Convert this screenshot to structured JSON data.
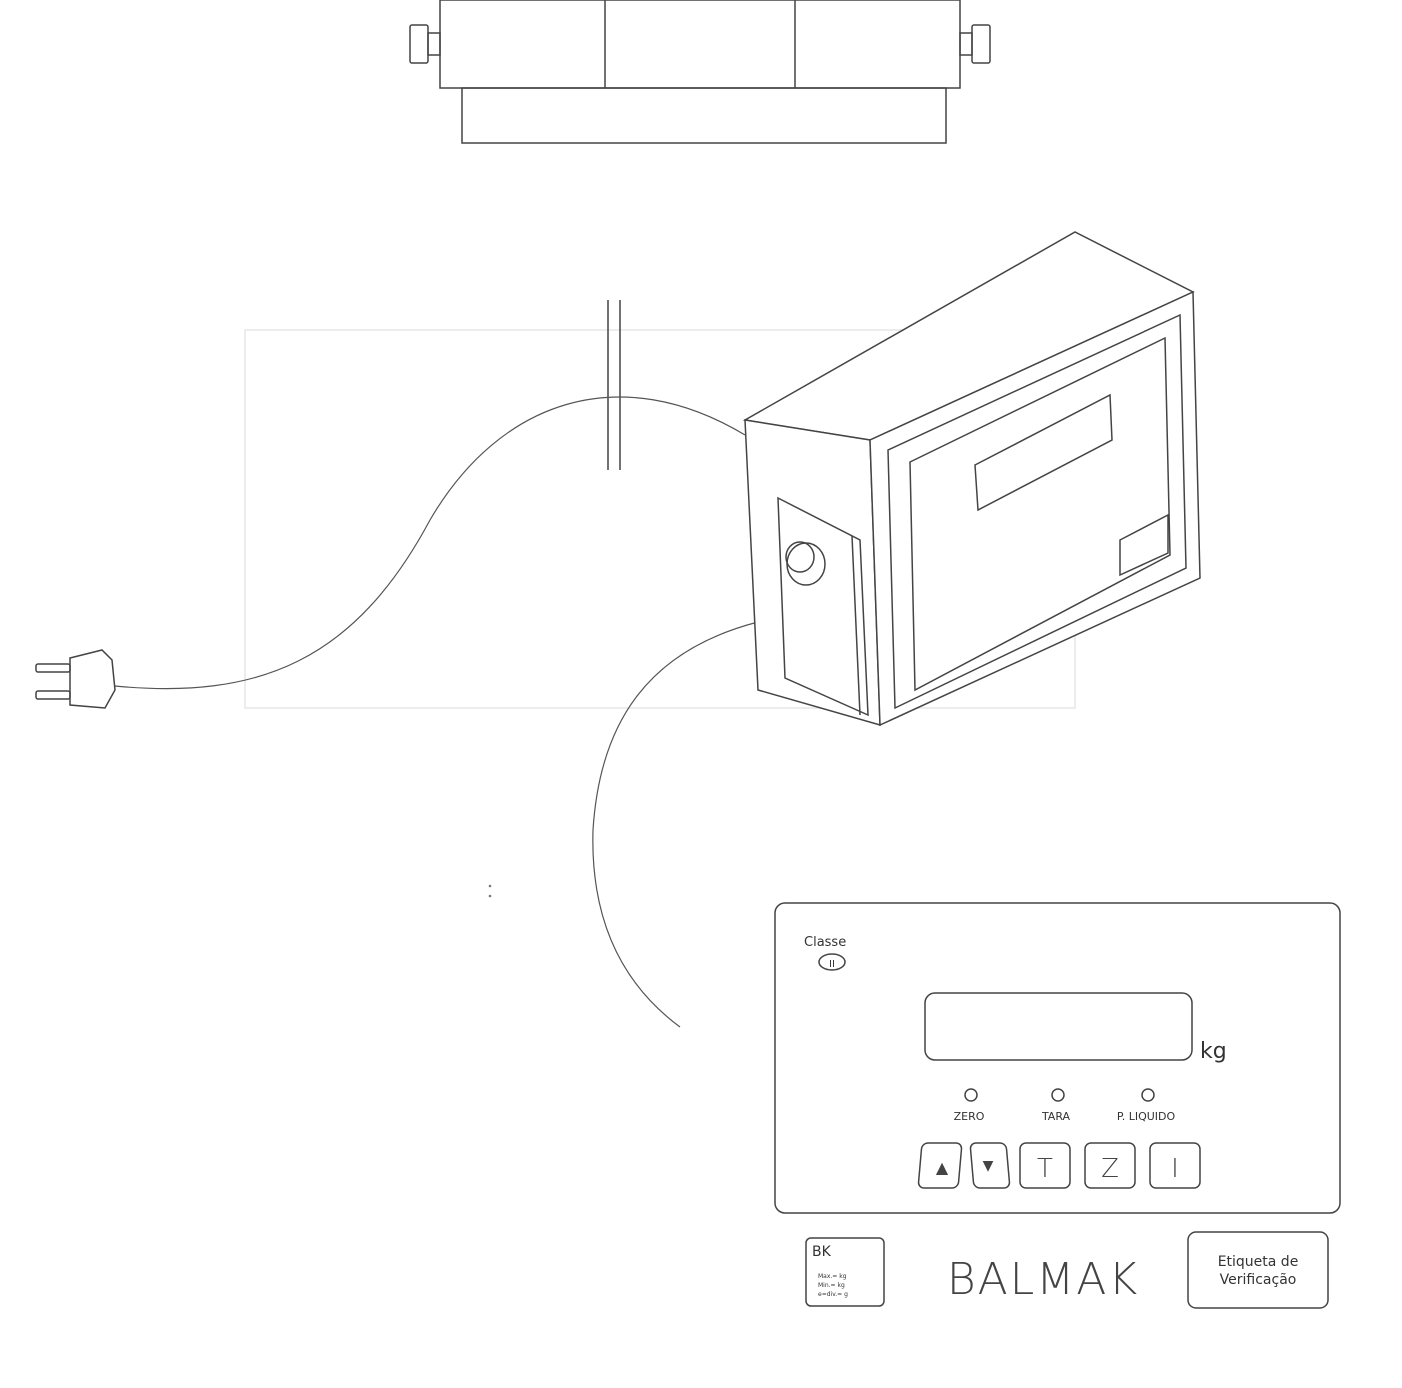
{
  "panel": {
    "class_label": "Classe",
    "class_symbol": "II",
    "unit_label": "kg",
    "indicators": [
      {
        "label": "ZERO"
      },
      {
        "label": "TARA"
      },
      {
        "label": "P. LIQUIDO"
      }
    ],
    "keys": [
      {
        "name": "up-key",
        "glyph": "▲"
      },
      {
        "name": "down-key",
        "glyph": "▼"
      },
      {
        "name": "tara-key",
        "glyph": "T"
      },
      {
        "name": "zero-key",
        "glyph": "Z"
      },
      {
        "name": "info-key",
        "glyph": "I"
      }
    ],
    "brand": "BALMAK",
    "plate": {
      "code": "BK",
      "lines": [
        "Max.= kg",
        "Min.= kg",
        "e=div.= g"
      ]
    },
    "verification_label": [
      "Etiqueta de",
      "Verificação"
    ]
  },
  "colors": {
    "line": "#444444",
    "background": "#ffffff"
  }
}
